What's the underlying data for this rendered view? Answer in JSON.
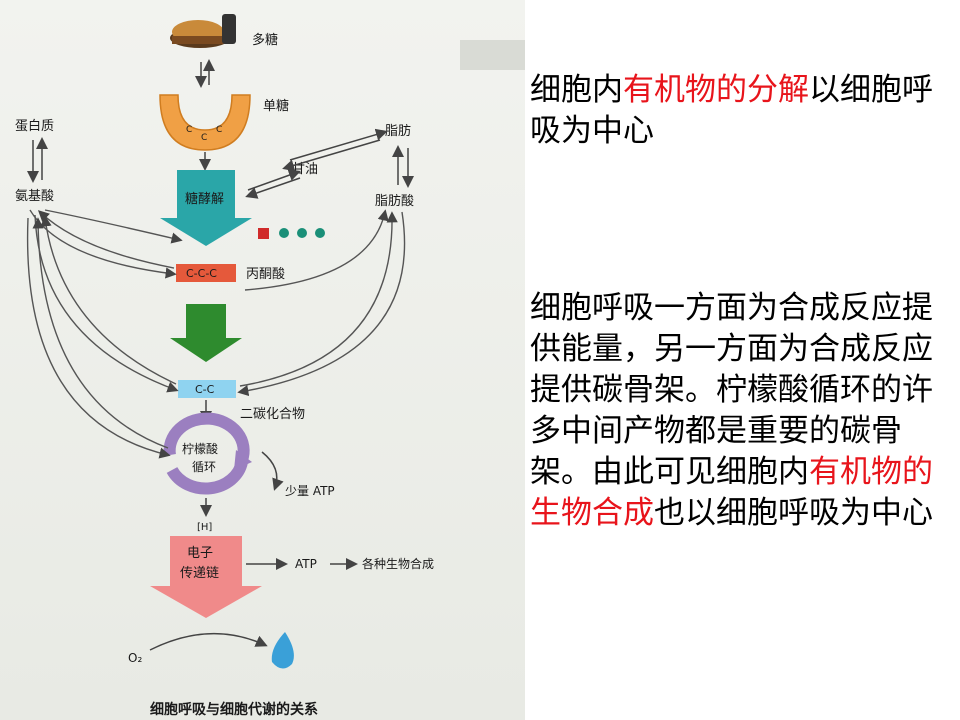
{
  "diagram": {
    "caption": "细胞呼吸与细胞代谢的关系",
    "labels": {
      "polysaccharide": "多糖",
      "monosaccharide": "单糖",
      "protein": "蛋白质",
      "amino_acid": "氨基酸",
      "fat": "脂肪",
      "glycerol": "甘油",
      "fatty_acid": "脂肪酸",
      "glycolysis": "糖酵解",
      "pyruvate": "丙酮酸",
      "pyruvate_formula": "C-C-C",
      "two_carbon": "二碳化合物",
      "two_carbon_formula": "C-C",
      "citric_cycle_1": "柠檬酸",
      "citric_cycle_2": "循环",
      "little_atp": "少量 ATP",
      "h": "[H]",
      "etc_1": "电子",
      "etc_2": "传递链",
      "atp": "ATP",
      "biosynthesis": "各种生物合成",
      "o2": "O₂",
      "mono_c1": "C",
      "mono_c2": "C",
      "mono_c3": "C"
    },
    "colors": {
      "glycolysis_arrow": "#2aa6a8",
      "krebs_arrow": "#2e8b2e",
      "pyruvate_box": "#e5593b",
      "two_carbon_box": "#8fd3f0",
      "cycle": "#9b7fc0",
      "etc": "#f08a8a",
      "sugar_ring": "#f0a045",
      "water_drop": "#3aa0d8"
    }
  },
  "text_top": {
    "part1": "细胞内",
    "part2": "有机物的分解",
    "part3": "以细胞呼吸为中心"
  },
  "text_bottom": {
    "part1": "细胞呼吸一方面为合成反应提供能量，另一方面为合成反应提供碳骨架。柠檬酸循环的许多中间产物都是重要的碳骨架。由此可见细胞内",
    "part2": "有机物的生物合成",
    "part3": "也以细胞呼吸为中心"
  }
}
